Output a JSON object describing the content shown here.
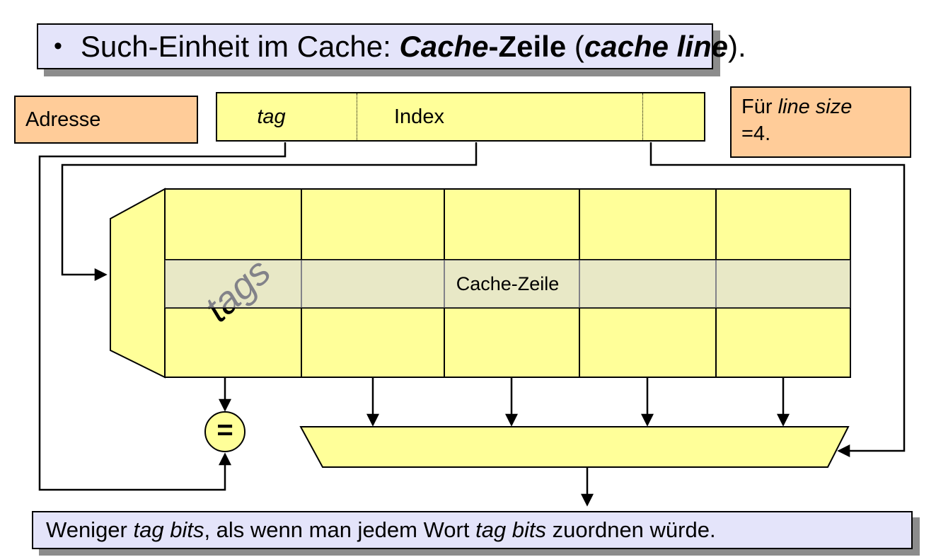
{
  "slide": {
    "title": {
      "bullet": "•",
      "part1": "Such-Einheit im Cache: ",
      "part2_bold_italic": "Cache",
      "part3_bold": "-Zeile",
      "part4": " (",
      "part5_bold_italic": "cache line",
      "part6": ")."
    },
    "address_label_box": {
      "label": "Adresse"
    },
    "address_field": {
      "tag_label": "tag",
      "index_label": "Index",
      "offset_label": ""
    },
    "note_box": {
      "line1_normal": "Für ",
      "line1_italic": "line size",
      "line2": "=4."
    },
    "cache_array": {
      "tags_label": "tags",
      "line_label": "Cache-Zeile"
    },
    "comparator": {
      "symbol": "="
    },
    "footer": {
      "part1": "Weniger ",
      "part2_italic": "tag bits",
      "part3": ", als wenn man jedem Wort ",
      "part4_italic": "tag bits",
      "part5": " zuordnen würde."
    },
    "colors": {
      "box_yellow": "#FFFF99",
      "box_orange": "#FFCC99",
      "box_lavender": "#E4E4FA",
      "shadow_gray": "#8C8C8C",
      "line_black": "#000000",
      "highlight_overlay": "rgba(216,216,228,0.6)"
    }
  }
}
